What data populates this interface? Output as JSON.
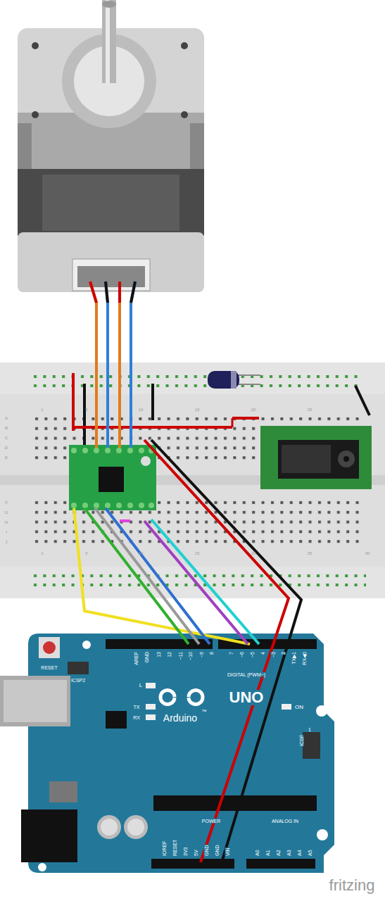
{
  "diagram": {
    "nodes": [
      {
        "text": [
          "RESET",
          "ICSP2",
          "AREF",
          "GND",
          "13",
          "12",
          "~11",
          "~10",
          "~9",
          "8",
          "7",
          "~6",
          "~5",
          "4",
          "~3",
          "2",
          "TX▶1",
          "RX◀0",
          "DIGITAL (PWM~)",
          "L",
          "TX",
          "RX",
          "Arduino",
          "™",
          "UNO",
          "ON",
          "ICSP",
          "1",
          "IOREF",
          "RESET",
          "3V3",
          "5V",
          "GND",
          "GND",
          "VIN",
          "POWER",
          "ANALOG IN",
          "A0",
          "A1",
          "A2",
          "A3",
          "A4",
          "A5"
        ]
      }
    ],
    "labels": [
      "1",
      "5",
      "10",
      "15",
      "20",
      "25",
      "1",
      "5",
      "10",
      "15",
      "20",
      "25",
      "30",
      "A",
      "B",
      "C",
      "D",
      "E",
      "F",
      "G",
      "H",
      "I",
      "J",
      "fritzing"
    ]
  }
}
